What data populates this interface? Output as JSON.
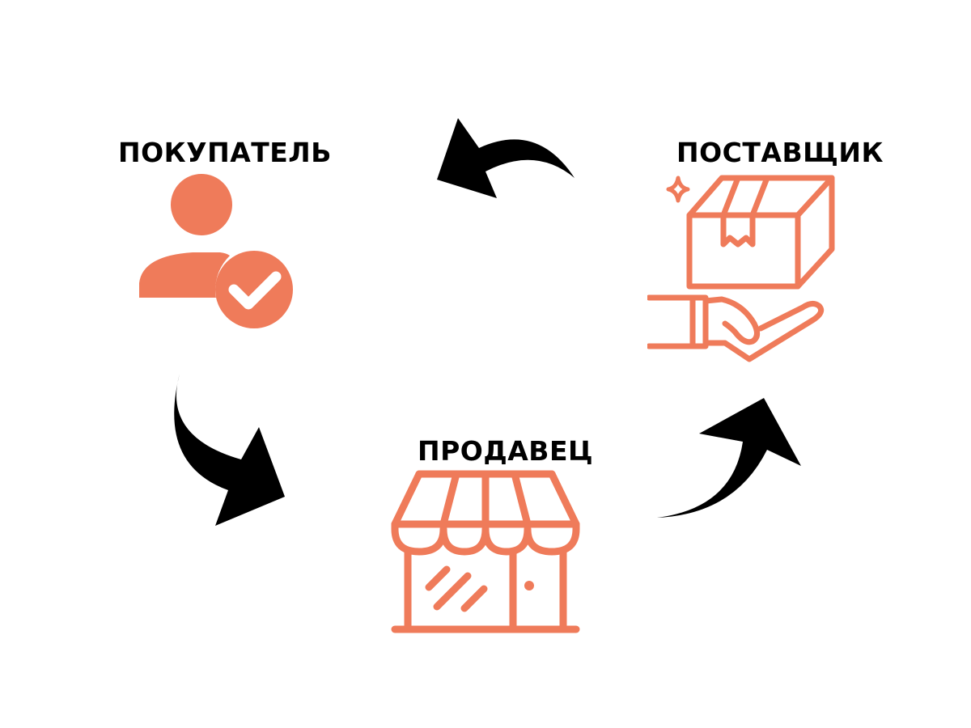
{
  "nodes": {
    "buyer": {
      "label": "ПОКУПАТЕЛЬ",
      "icon": "user-check-icon"
    },
    "supplier": {
      "label": "ПОСТАВЩИК",
      "icon": "box-in-hand-icon"
    },
    "seller": {
      "label": "ПРОДАВЕЦ",
      "icon": "storefront-icon"
    }
  },
  "colors": {
    "icon": "#ef7b5a",
    "arrow": "#000000",
    "text": "#000000",
    "background": "#ffffff"
  },
  "arrows": [
    {
      "from": "supplier",
      "to": "buyer"
    },
    {
      "from": "buyer",
      "to": "seller"
    },
    {
      "from": "seller",
      "to": "supplier"
    }
  ]
}
